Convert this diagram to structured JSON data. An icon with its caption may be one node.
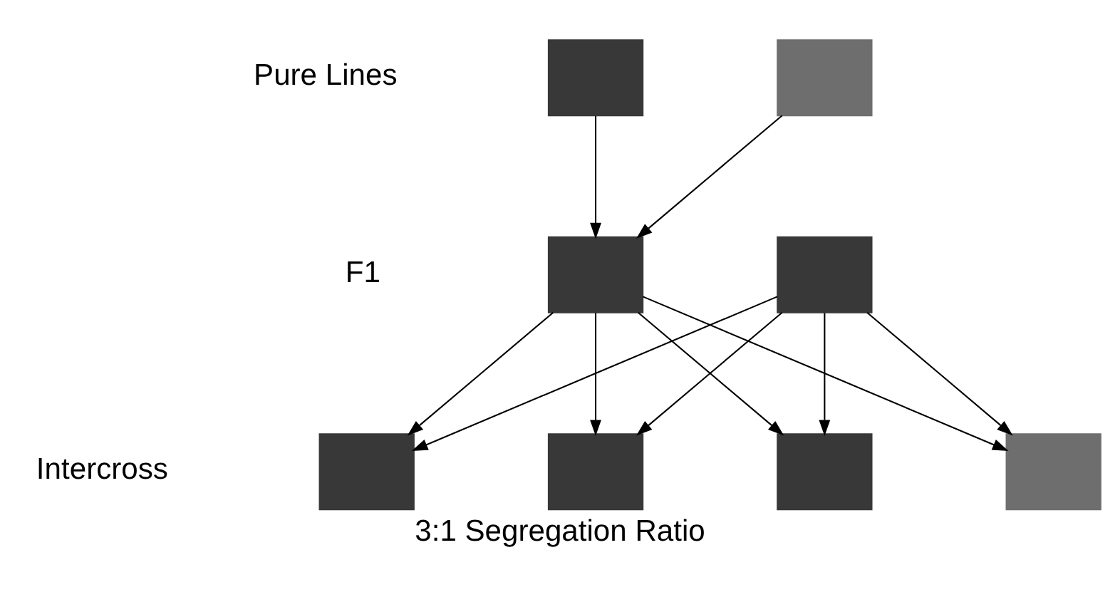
{
  "diagram": {
    "caption": "3:1 Segregation Ratio",
    "nodes": [
      {
        "text": [],
        "shape": "box"
      },
      {
        "text": [],
        "shape": "box"
      },
      {
        "text": [],
        "shape": "box"
      },
      {
        "text": [],
        "shape": "box"
      },
      {
        "text": [],
        "shape": "box"
      },
      {
        "text": [],
        "shape": "box"
      },
      {
        "text": [],
        "shape": "box"
      },
      {
        "text": [],
        "shape": "box"
      }
    ],
    "edges": [
      {
        "from": 0,
        "to": 2,
        "arrow": "to"
      },
      {
        "from": 1,
        "to": 2,
        "arrow": "to"
      },
      {
        "from": 2,
        "to": 4,
        "arrow": "to"
      },
      {
        "from": 2,
        "to": 5,
        "arrow": "to"
      },
      {
        "from": 2,
        "to": 6,
        "arrow": "to"
      },
      {
        "from": 2,
        "to": 7,
        "arrow": "to"
      },
      {
        "from": 3,
        "to": 4,
        "arrow": "to"
      },
      {
        "from": 3,
        "to": 5,
        "arrow": "to"
      },
      {
        "from": 3,
        "to": 6,
        "arrow": "to"
      },
      {
        "from": 3,
        "to": 7,
        "arrow": "to"
      }
    ],
    "labels": [
      "Pure Lines",
      "F1",
      "Intercross"
    ]
  }
}
